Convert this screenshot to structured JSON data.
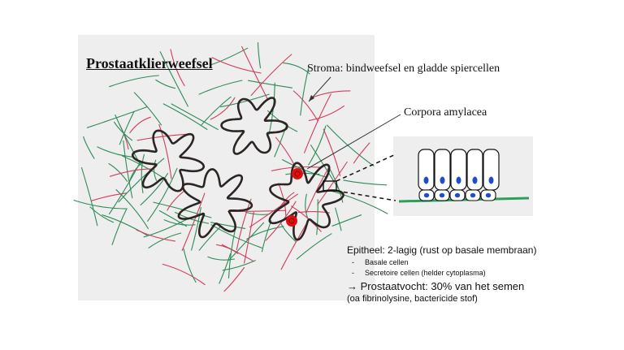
{
  "title": "Prostaatklierweefsel",
  "labels": {
    "stroma": "Stroma: bindweefsel en gladde spiercellen",
    "corpora": "Corpora amylacea"
  },
  "notes": {
    "epitheel": "Epitheel: 2-lagig (rust op basale membraan)",
    "bullet_symbol": "-",
    "items": [
      "Basale cellen",
      "Secretoire cellen (helder cytoplasma)"
    ],
    "arrow_symbol": "→",
    "prostaatvocht": "Prostaatvocht: 30% van het semen",
    "detail": "(oa fibrinolysine, bactericide stof)"
  },
  "colors": {
    "panel": "#eeeeee",
    "fiber_green": "#2e8b57",
    "fiber_red": "#d23c5a",
    "gland_outline": "#2b2523",
    "corpora_fill": "#e01010",
    "nucleus_blue": "#1e4fc8",
    "membrane_green": "#2e9e5b"
  }
}
